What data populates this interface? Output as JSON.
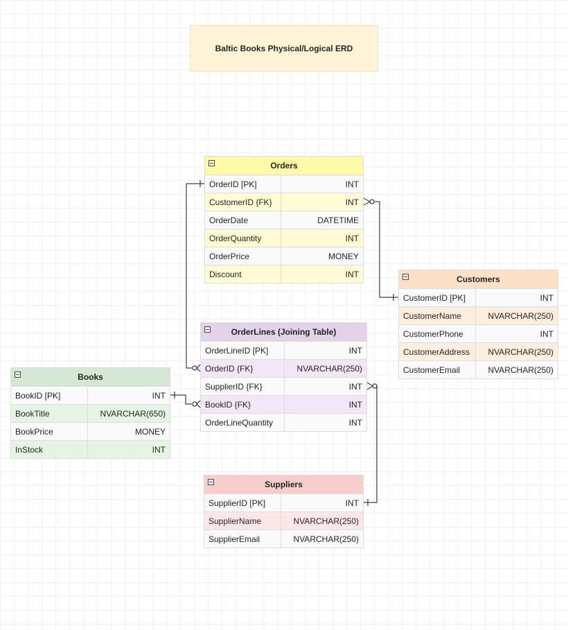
{
  "title": "Baltic Books Physical/Logical ERD",
  "tables": {
    "orders": {
      "name": "Orders",
      "rows": [
        {
          "field": "OrderID [PK]",
          "type": "INT"
        },
        {
          "field": "CustomerID {FK}",
          "type": "INT"
        },
        {
          "field": "OrderDate",
          "type": "DATETIME"
        },
        {
          "field": "OrderQuantity",
          "type": "INT"
        },
        {
          "field": "OrderPrice",
          "type": "MONEY"
        },
        {
          "field": "Discount",
          "type": "INT"
        }
      ]
    },
    "customers": {
      "name": "Customers",
      "rows": [
        {
          "field": "CustomerID [PK]",
          "type": "INT"
        },
        {
          "field": "CustomerName",
          "type": "NVARCHAR(250)"
        },
        {
          "field": "CustomerPhone",
          "type": "INT"
        },
        {
          "field": "CustomerAddress",
          "type": "NVARCHAR(250)"
        },
        {
          "field": "CustomerEmail",
          "type": "NVARCHAR(250)"
        }
      ]
    },
    "orderlines": {
      "name": "OrderLines (Joining Table)",
      "rows": [
        {
          "field": "OrderLineID [PK]",
          "type": "INT"
        },
        {
          "field": "OrderID {FK}",
          "type": "NVARCHAR(250)"
        },
        {
          "field": "SupplierID {FK}",
          "type": "INT"
        },
        {
          "field": "BookID {FK}",
          "type": "INT"
        },
        {
          "field": "OrderLineQuantity",
          "type": "INT"
        }
      ]
    },
    "books": {
      "name": "Books",
      "rows": [
        {
          "field": "BookID [PK]",
          "type": "INT"
        },
        {
          "field": "BookTitle",
          "type": "NVARCHAR(650)"
        },
        {
          "field": "BookPrice",
          "type": "MONEY"
        },
        {
          "field": "InStock",
          "type": "INT"
        }
      ]
    },
    "suppliers": {
      "name": "Suppliers",
      "rows": [
        {
          "field": "SupplierID [PK]",
          "type": "INT"
        },
        {
          "field": "SupplierName",
          "type": "NVARCHAR(250)"
        },
        {
          "field": "SupplierEmail",
          "type": "NVARCHAR(250)"
        }
      ]
    }
  },
  "relationships": [
    {
      "from": "Orders.OrderID [PK]",
      "from_cardinality": "one",
      "to": "OrderLines.OrderID {FK}",
      "to_cardinality": "zero-or-many"
    },
    {
      "from": "Customers.CustomerID [PK]",
      "from_cardinality": "one",
      "to": "Orders.CustomerID {FK}",
      "to_cardinality": "zero-or-many"
    },
    {
      "from": "Books.BookID [PK]",
      "from_cardinality": "one",
      "to": "OrderLines.BookID {FK}",
      "to_cardinality": "zero-or-many"
    },
    {
      "from": "Suppliers.SupplierID [PK]",
      "from_cardinality": "one",
      "to": "OrderLines.SupplierID {FK}",
      "to_cardinality": "zero-or-many"
    }
  ]
}
